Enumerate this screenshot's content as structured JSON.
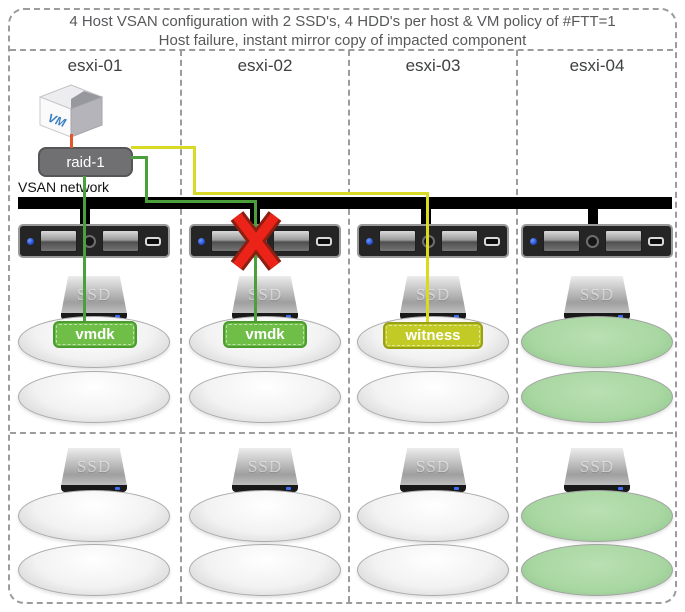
{
  "title": {
    "line1": "4 Host VSAN configuration with 2 SSD's, 4 HDD's per host & VM policy of #FTT=1",
    "line2": "Host failure, instant mirror copy of impacted component"
  },
  "vm_icon": {
    "label": "VM"
  },
  "raid_group": {
    "label": "raid-1"
  },
  "network": {
    "label": "VSAN network"
  },
  "ssd": {
    "label": "SSD"
  },
  "hosts": [
    {
      "name": "esxi-01",
      "component": "vmdk",
      "failed": false,
      "mirrored_disks": false
    },
    {
      "name": "esxi-02",
      "component": "vmdk",
      "failed": true,
      "mirrored_disks": false
    },
    {
      "name": "esxi-03",
      "component": "witness",
      "failed": false,
      "mirrored_disks": false
    },
    {
      "name": "esxi-04",
      "component": "",
      "failed": false,
      "mirrored_disks": true
    }
  ],
  "colors": {
    "vmdk_fill": "#6fbe47",
    "vmdk_border": "#4c9b2f",
    "witness_fill": "#c2ca25",
    "witness_border": "#98a018",
    "mirror_disk_fill": "#aad8a3",
    "replica_link_green": "#4ba03c",
    "witness_link_yellow": "#d9da25",
    "failure_red": "#ec2318",
    "vm_link_red": "#e4572e",
    "network_bar": "#000000",
    "dashed_border": "#9c9c9c"
  }
}
